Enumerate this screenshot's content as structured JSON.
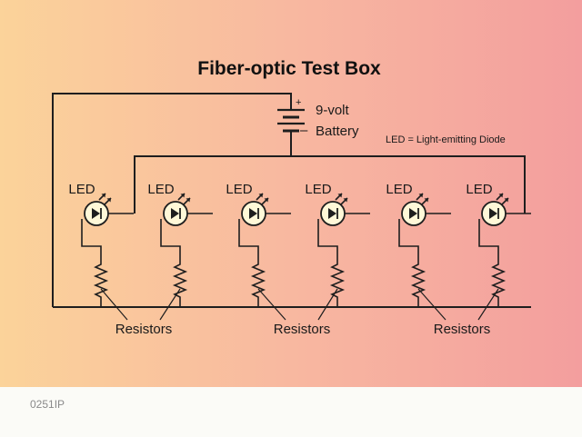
{
  "diagram": {
    "title": "Fiber-optic Test Box",
    "battery": {
      "plus_sign": "+",
      "minus_sign": "–",
      "label_line1": "9-volt",
      "label_line2": "Battery"
    },
    "legend_note": "LED = Light-emitting Diode",
    "led_label": "LED",
    "resistors_label": "Resistors",
    "figure_code": "0251IP",
    "colors": {
      "gradient_left": "#fbd39a",
      "gradient_right": "#f39e9e",
      "wire": "#1e1e1e",
      "led_fill": "#fff8d8"
    }
  }
}
